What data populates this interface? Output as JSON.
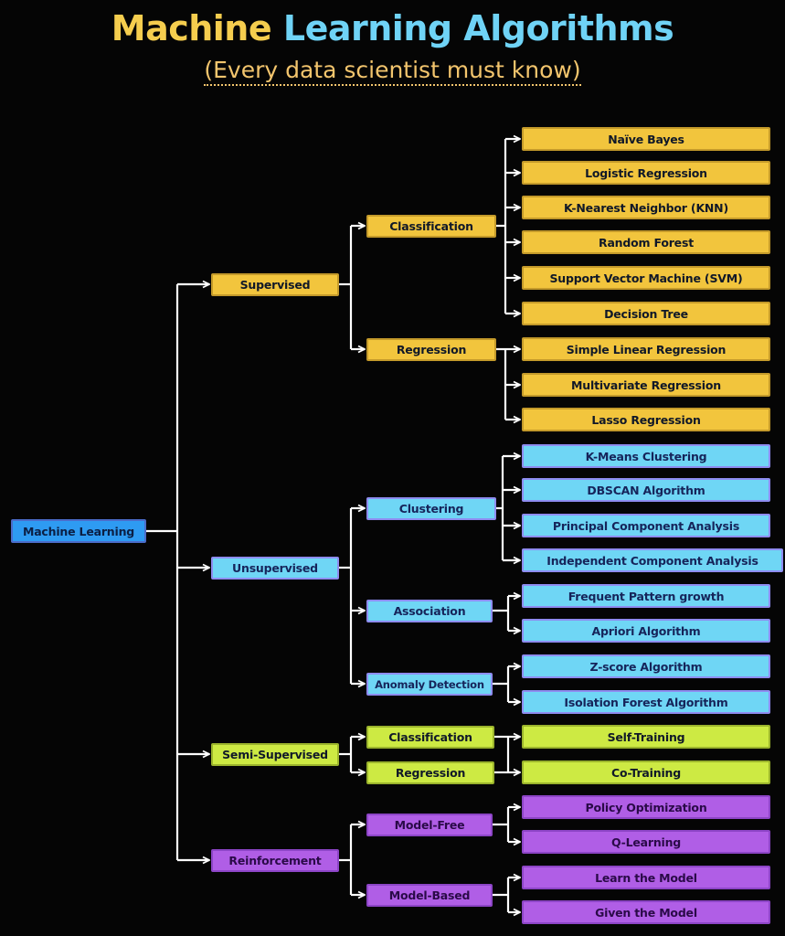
{
  "title": {
    "part1": "Machine",
    "part2": "Learning Algorithms"
  },
  "subtitle": "(Every data scientist must know)",
  "root": "Machine Learning",
  "branches": [
    {
      "label": "Supervised",
      "color": "#f2c53d",
      "groups": [
        {
          "label": "Classification",
          "leaves": [
            "Naïve Bayes",
            "Logistic Regression",
            "K-Nearest Neighbor (KNN)",
            "Random Forest",
            "Support Vector Machine (SVM)",
            "Decision Tree"
          ]
        },
        {
          "label": "Regression",
          "leaves": [
            "Simple Linear Regression",
            "Multivariate Regression",
            "Lasso Regression"
          ]
        }
      ]
    },
    {
      "label": "Unsupervised",
      "color": "#6fd6f5",
      "groups": [
        {
          "label": "Clustering",
          "leaves": [
            "K-Means Clustering",
            "DBSCAN Algorithm",
            "Principal Component Analysis",
            "Independent Component Analysis"
          ]
        },
        {
          "label": "Association",
          "leaves": [
            "Frequent Pattern growth",
            "Apriori Algorithm"
          ]
        },
        {
          "label": "Anomaly Detection",
          "leaves": [
            "Z-score Algorithm",
            "Isolation Forest Algorithm"
          ]
        }
      ]
    },
    {
      "label": "Semi-Supervised",
      "color": "#cdea43",
      "groups": [
        {
          "label": "Classification"
        },
        {
          "label": "Regression"
        }
      ],
      "shared_leaves": [
        "Self-Training",
        "Co-Training"
      ]
    },
    {
      "label": "Reinforcement",
      "color": "#b05ee6",
      "groups": [
        {
          "label": "Model-Free",
          "leaves": [
            "Policy Optimization",
            "Q-Learning"
          ]
        },
        {
          "label": "Model-Based",
          "leaves": [
            "Learn the Model",
            "Given the Model"
          ]
        }
      ]
    }
  ]
}
